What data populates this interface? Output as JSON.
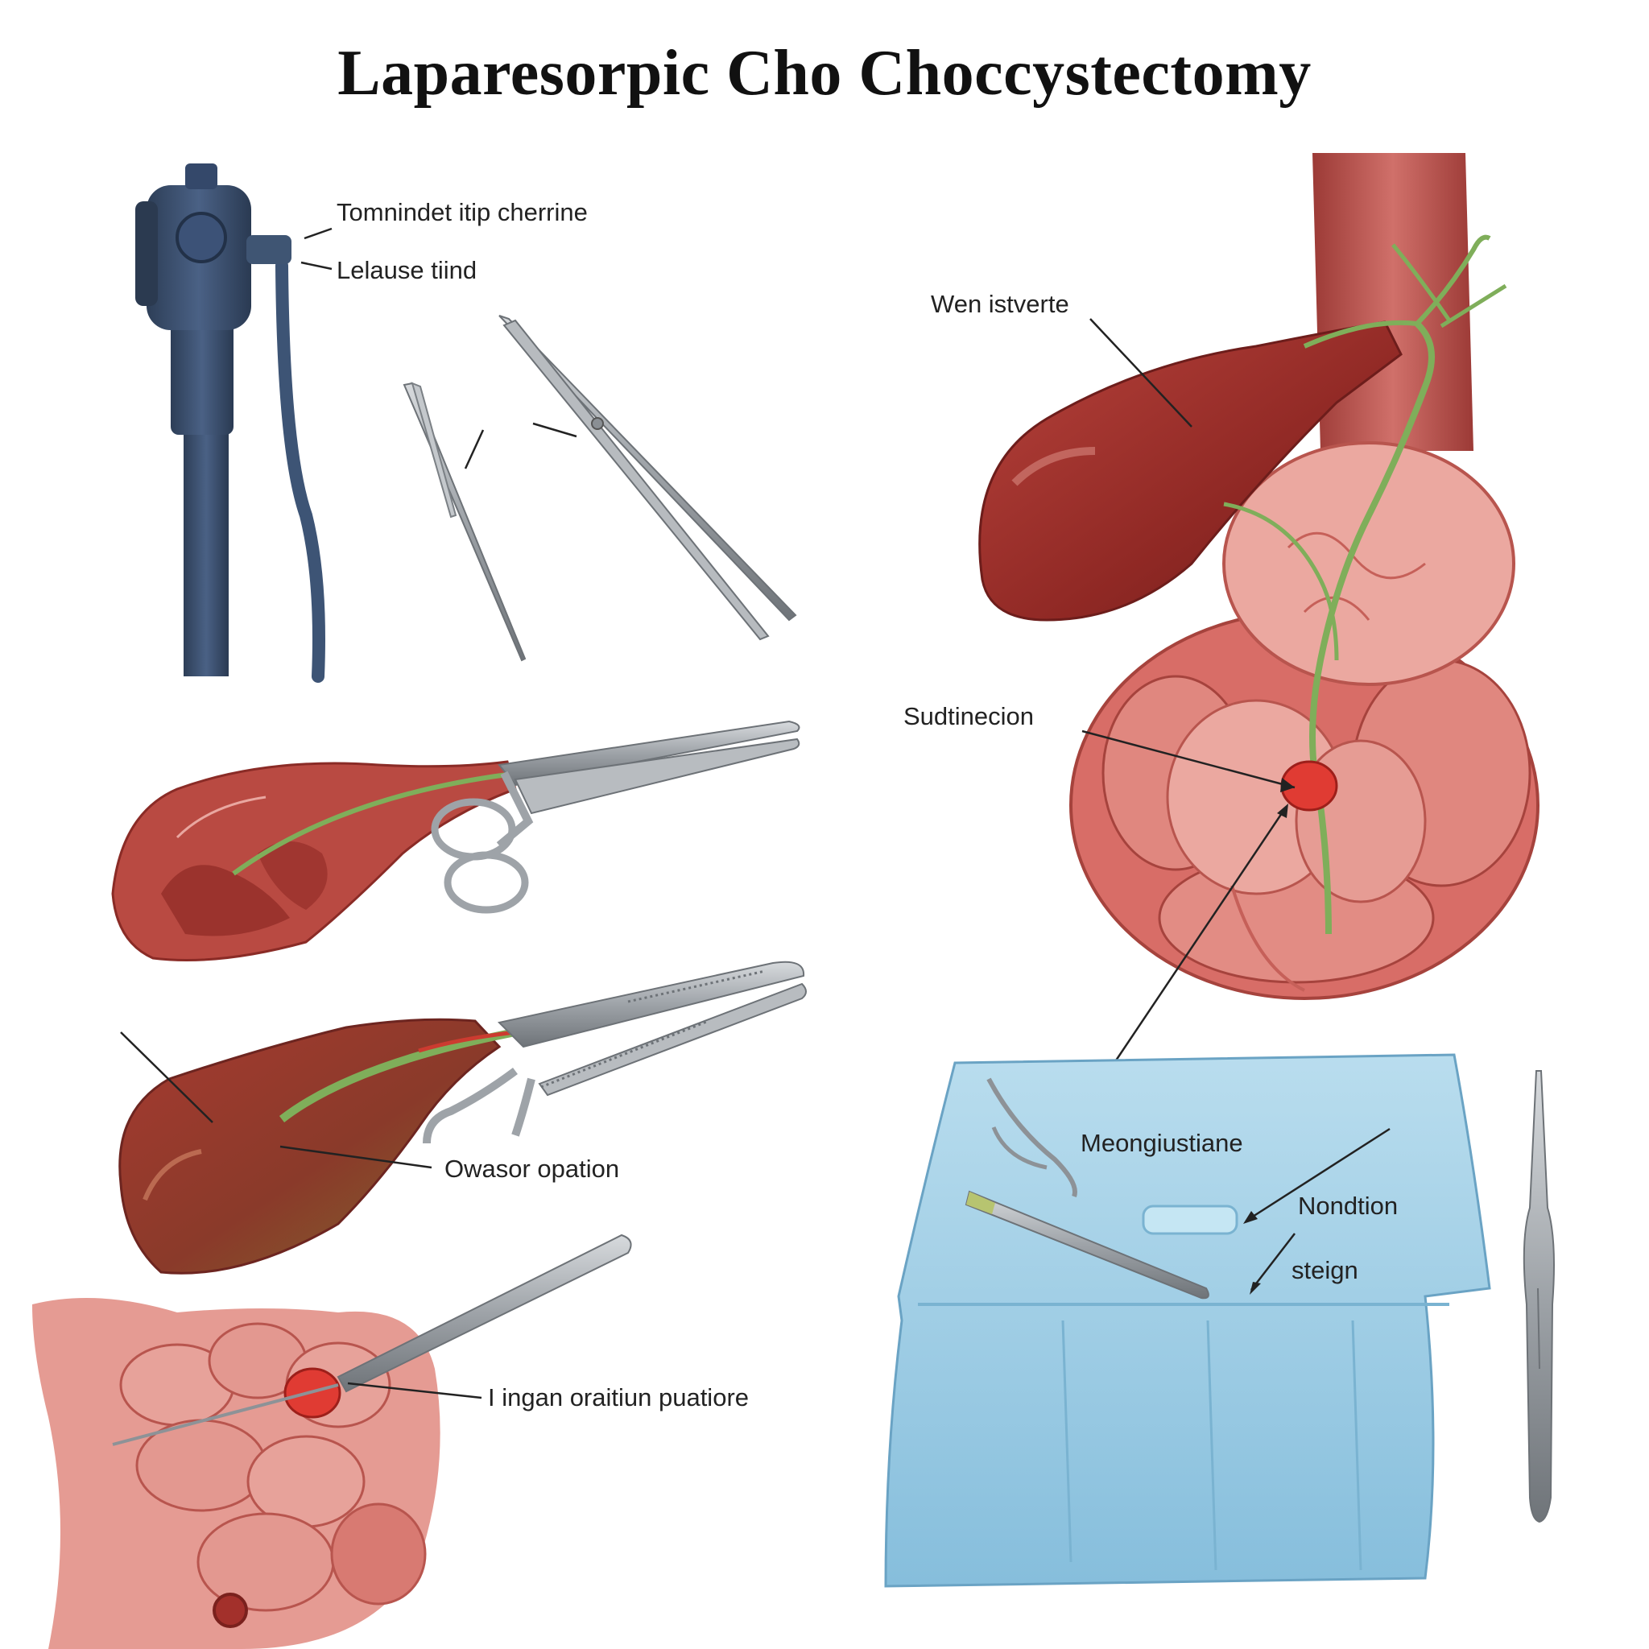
{
  "title": "Laparesorpic Cho Choccystectomy",
  "labels": {
    "laparoscope_top": "Tomnindet itip cherrine",
    "laparoscope_bottom": "Lelause tiind",
    "gallbladder_top_right": "Wen istverte",
    "bleeding_point": "Sudtinecion",
    "gallbladder_clamp": "Owasor opation",
    "intestine_probe": "I ingan oraitiun puatiore",
    "drape_center": "Meongiustiane",
    "drape_right": "Nondtion",
    "drape_lower": "steign"
  },
  "colors": {
    "gallbladder": "#9c2f2a",
    "bile_duct": "#7fae5a",
    "intestine": "#d9706b",
    "instrument": "#a9adb2",
    "drape": "#a8d3e8",
    "laparoscope": "#3f5573"
  },
  "icons": [
    "laparoscope-icon",
    "forceps-icon",
    "scissors-icon",
    "clamp-icon",
    "scalpel-icon"
  ]
}
